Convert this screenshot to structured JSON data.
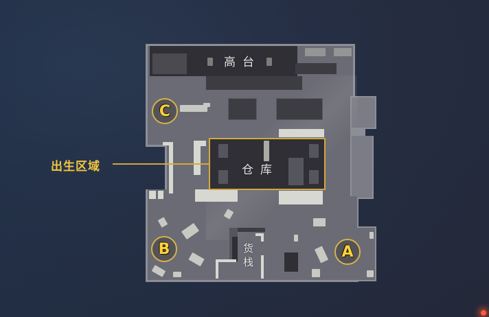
{
  "map": {
    "areas": {
      "high_platform": "高台",
      "warehouse": "仓库",
      "cargo_stack": "货栈"
    },
    "markers": [
      {
        "id": "C",
        "label": "C"
      },
      {
        "id": "B",
        "label": "B"
      },
      {
        "id": "A",
        "label": "A"
      }
    ],
    "callout": {
      "spawn_area": "出生区域"
    }
  },
  "colors": {
    "accent_gold": "#d4a83e",
    "marker_text": "#ffd33b",
    "background_sea": "#252f45",
    "floor": "#6a6b74"
  }
}
